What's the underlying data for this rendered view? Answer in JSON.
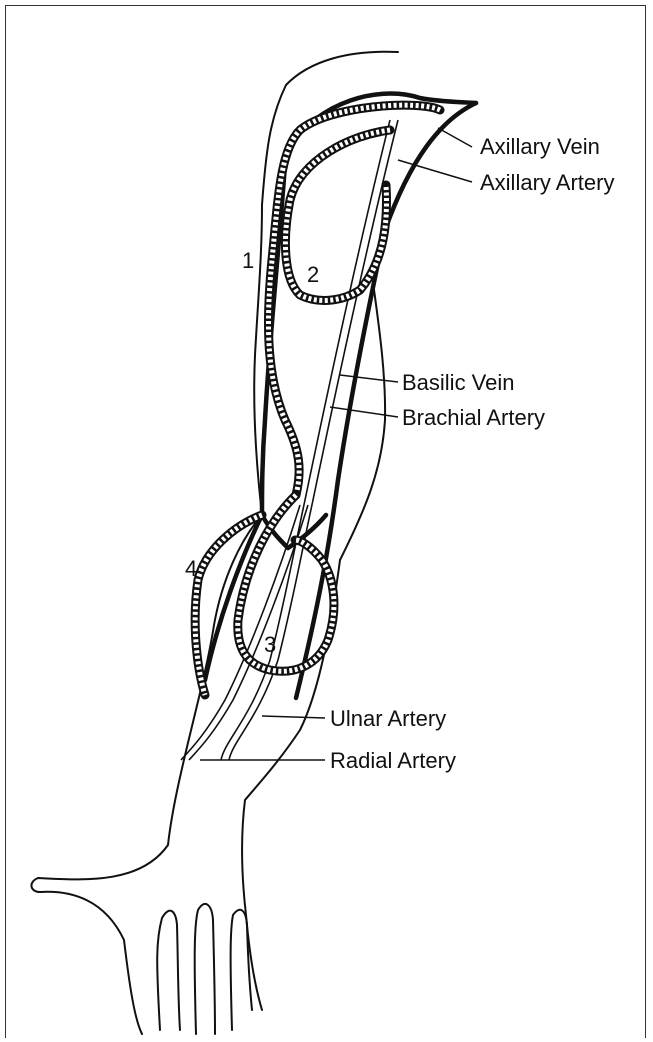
{
  "labels": {
    "axillary_vein": "Axillary Vein",
    "axillary_artery": "Axillary Artery",
    "basilic_vein": "Basilic Vein",
    "brachial_artery": "Brachial Artery",
    "ulnar_artery": "Ulnar Artery",
    "radial_artery": "Radial Artery"
  },
  "numbers": {
    "n1": "1",
    "n2": "2",
    "n3": "3",
    "n4": "4"
  },
  "colors": {
    "line": "#111111",
    "background": "#ffffff"
  }
}
